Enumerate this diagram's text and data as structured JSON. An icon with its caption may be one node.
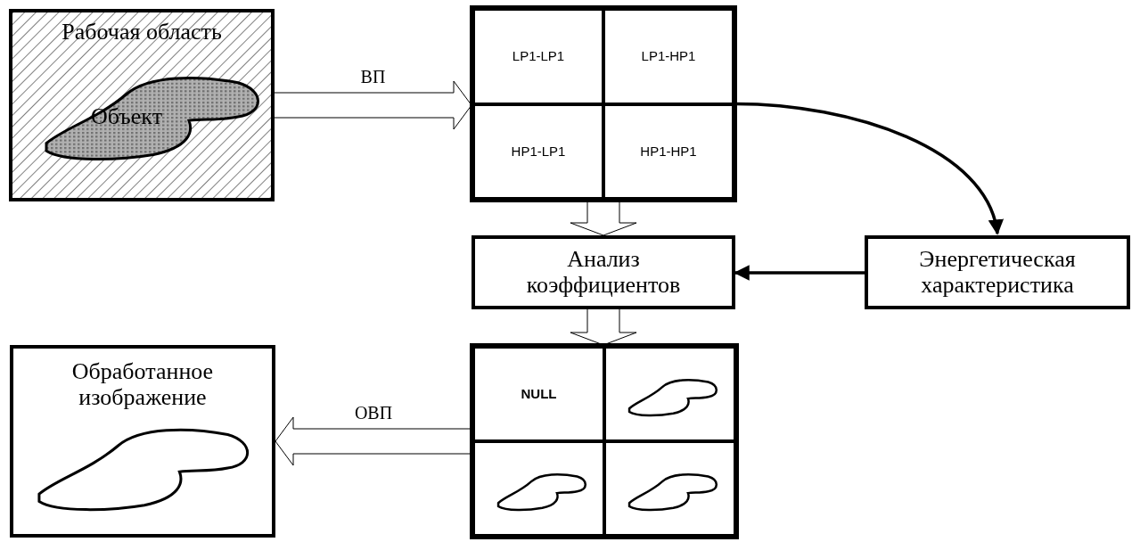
{
  "diagram": {
    "nodes": [
      {
        "text": [
          "Рабочая область"
        ]
      },
      {
        "text": [
          "Объект"
        ],
        "in": 0
      },
      {
        "text": [],
        "shape": "box"
      },
      {
        "text": [
          "LP1-LP1"
        ],
        "in": 2
      },
      {
        "text": [
          "LP1-HP1"
        ],
        "in": 2
      },
      {
        "text": [
          "HP1-LP1"
        ],
        "in": 2
      },
      {
        "text": [
          "HP1-HP1"
        ],
        "in": 2
      },
      {
        "text": [
          "Анализ коэффициентов"
        ]
      },
      {
        "text": [
          "Энергетическая характеристика"
        ]
      },
      {
        "text": [],
        "shape": "box"
      },
      {
        "text": [
          "NULL"
        ],
        "in": 9
      },
      {
        "text": [],
        "shape": "picture",
        "in": 9
      },
      {
        "text": [],
        "shape": "picture",
        "in": 9
      },
      {
        "text": [],
        "shape": "picture",
        "in": 9
      },
      {
        "text": [
          "Обработанное изображение"
        ]
      }
    ],
    "edges": [
      {
        "from": 0,
        "to": 2,
        "arrow": "to",
        "label": "ВП",
        "style": "thick"
      },
      {
        "from": 2,
        "to": 7,
        "arrow": "to",
        "style": "thick"
      },
      {
        "from": 2,
        "to": 8,
        "arrow": "to"
      },
      {
        "from": 8,
        "to": 7,
        "arrow": "to"
      },
      {
        "from": 7,
        "to": 9,
        "arrow": "to",
        "style": "thick"
      },
      {
        "from": 9,
        "to": 14,
        "arrow": "to",
        "label": "ОВП",
        "style": "thick"
      }
    ]
  }
}
